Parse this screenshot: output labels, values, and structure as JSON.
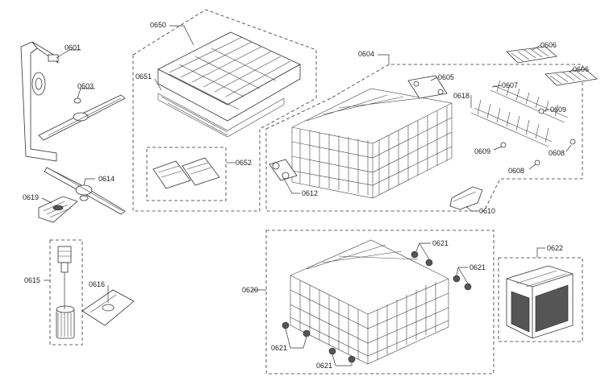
{
  "diagram": {
    "callouts": {
      "c0601": "0601",
      "c0603": "0603",
      "c0614": "0614",
      "c0619": "0619",
      "c0615": "0615",
      "c0616": "0616",
      "c0650": "0650",
      "c0651": "0651",
      "c0652": "0652",
      "c0604": "0604",
      "c0605": "0605",
      "c0606a": "0606",
      "c0606b": "0606",
      "c0607": "0607",
      "c0618": "0618",
      "c0609a": "0609",
      "c0609b": "0609",
      "c0608a": "0608",
      "c0608b": "0608",
      "c0612": "0612",
      "c0610": "0610",
      "c0620": "0620",
      "c0621a": "0621",
      "c0621b": "0621",
      "c0621c": "0621",
      "c0621d": "0621",
      "c0622": "0622"
    }
  }
}
